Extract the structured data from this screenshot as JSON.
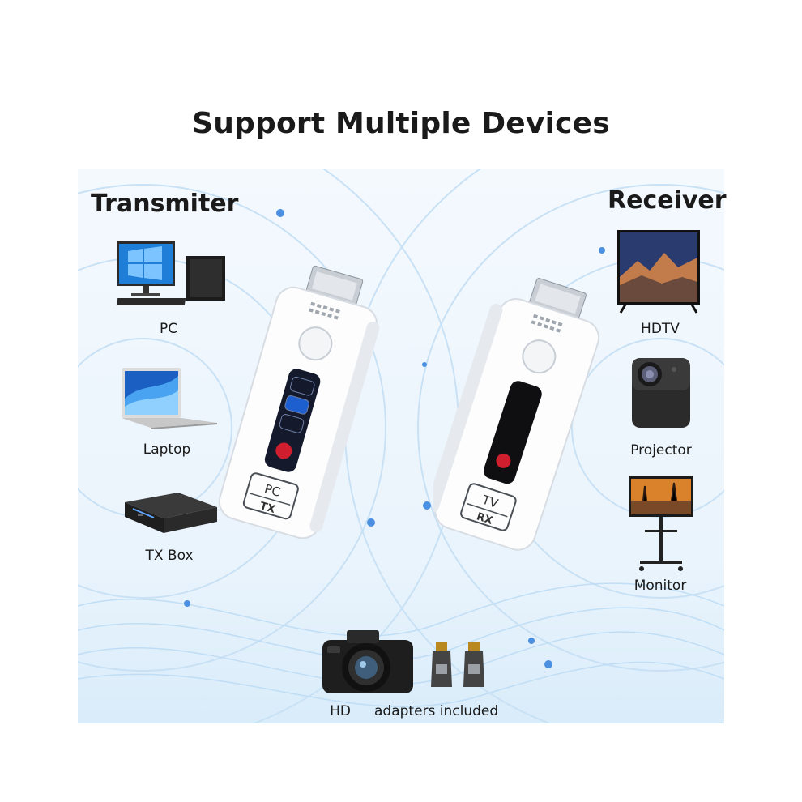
{
  "title": "Support Multiple Devices",
  "transmitter": {
    "heading": "Transmiter",
    "devices": [
      "PC",
      "Laptop",
      "TX Box"
    ],
    "dongle_label_top": "PC",
    "dongle_label_bottom": "TX"
  },
  "receiver": {
    "heading": "Receiver",
    "devices": [
      "HDTV",
      "Projector",
      "Monitor"
    ],
    "dongle_label_top": "TV",
    "dongle_label_bottom": "RX"
  },
  "bottom": {
    "camera_label": "HD",
    "adapters_label": "adapters included"
  },
  "colors": {
    "accent": "#4a8fe0",
    "background_light": "#e8f3fc"
  }
}
